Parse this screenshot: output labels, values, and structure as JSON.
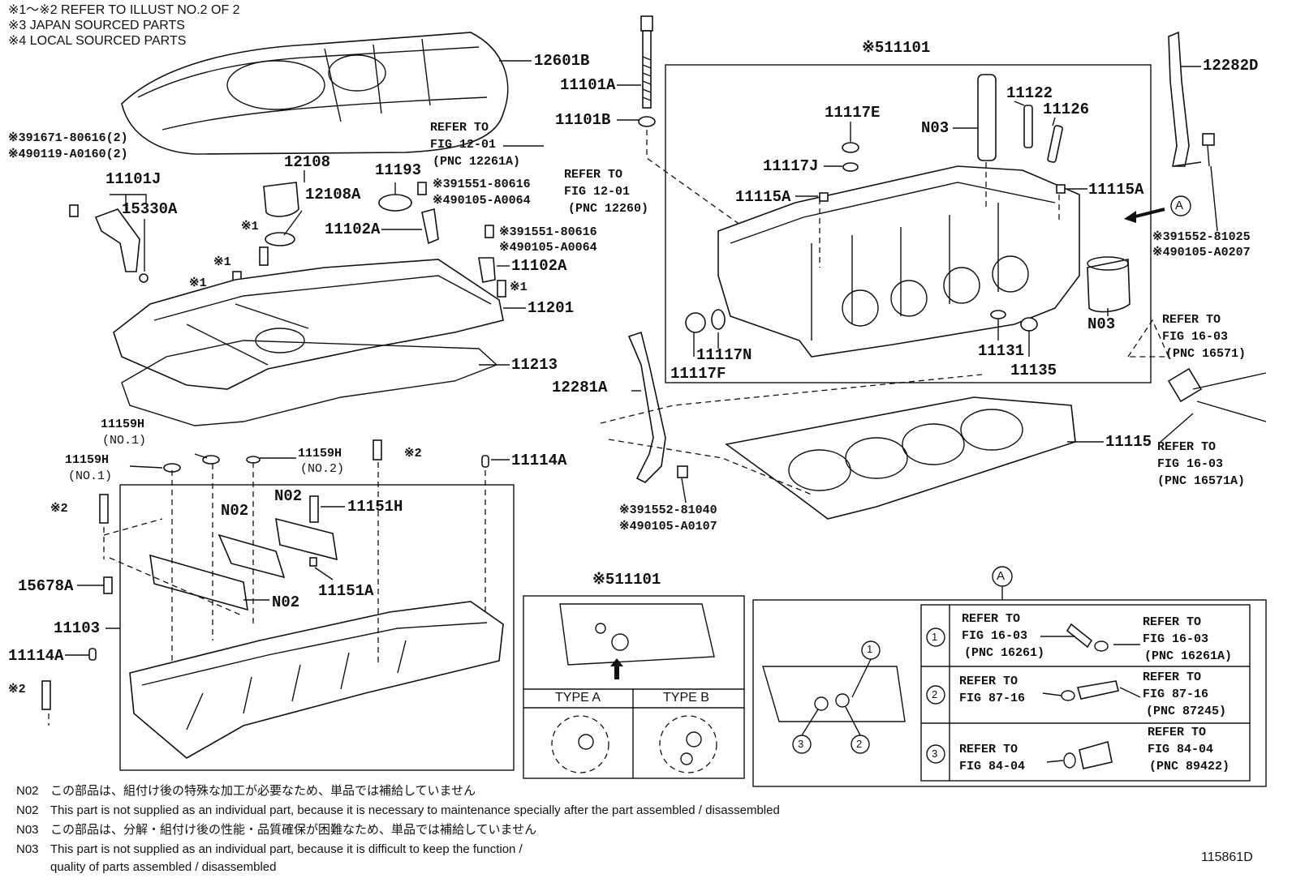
{
  "header": {
    "line1": "※1〜※2  REFER TO ILLUST NO.2 OF 2",
    "line2": "※3 JAPAN SOURCED PARTS",
    "line3": "※4 LOCAL SOURCED PARTS"
  },
  "parts": {
    "p12601B": "12601B",
    "p11101A": "11101A",
    "p11101B": "11101B",
    "p11101_main": "※511101",
    "p12282D": "12282D",
    "p11122": "11122",
    "p11126": "11126",
    "p11117E": "11117E",
    "pN03_top": "N03",
    "p11117J": "11117J",
    "p11115A_l": "11115A",
    "p11115A_r": "11115A",
    "p391552_81025": "※391552-81025",
    "p490105_A0207": "※490105-A0207",
    "p391671": "※391671-80616(2)",
    "p490119": "※490119-A0160(2)",
    "p11101J": "11101J",
    "p15330A": "15330A",
    "p12108": "12108",
    "p12108A": "12108A",
    "p11193": "11193",
    "p391551_a": "※391551-80616",
    "p490105_a": "※490105-A0064",
    "p11102A_1": "11102A",
    "p391551_b": "※391551-80616",
    "p490105_b": "※490105-A0064",
    "p11102A_2": "11102A",
    "p11201": "11201",
    "p11213": "11213",
    "pN03_r": "N03",
    "p11117N": "11117N",
    "p11117F": "11117F",
    "p11131": "11131",
    "p11135": "11135",
    "p12281A": "12281A",
    "p11115": "11115",
    "p391552_81040": "※391552-81040",
    "p490105_A0107": "※490105-A0107",
    "p11159H_1": "11159H",
    "p11159H_1sub": "(NO.1)",
    "p11159H_2": "11159H",
    "p11159H_2sub": "(NO.1)",
    "p11159H_3": "11159H",
    "p11159H_3sub": "(NO.2)",
    "pstar2_a": "※2",
    "p11114A_top": "11114A",
    "pstar2_b": "※2",
    "pN02_1": "N02",
    "pN02_2": "N02",
    "p11151H": "11151H",
    "p15678A": "15678A",
    "p11151A": "11151A",
    "pN02_3": "N02",
    "p11103": "11103",
    "p11114A_b": "11114A",
    "pstar2_c": "※2",
    "pstar1_a": "※1",
    "pstar1_b": "※1",
    "pstar1_c": "※1",
    "pstar1_d": "※1"
  },
  "refs": {
    "r1_a": "REFER TO",
    "r1_b": "FIG 12-01",
    "r1_c": "(PNC 12261A)",
    "r2_a": "REFER TO",
    "r2_b": "FIG 12-01",
    "r2_c": "(PNC 12260)",
    "r3_a": "REFER TO",
    "r3_b": "FIG 16-03",
    "r3_c": "(PNC 16571)",
    "r4_a": "REFER TO",
    "r4_b": "FIG 16-03",
    "r4_c": "(PNC 16571A)"
  },
  "detail_box": {
    "title": "※511101",
    "type_a": "TYPE A",
    "type_b": "TYPE B"
  },
  "callout_a": {
    "marker": "A",
    "n1": "1",
    "n2": "2",
    "n3": "3",
    "row1_l1": "REFER TO",
    "row1_l2": "FIG 16-03",
    "row1_l3": "(PNC 16261)",
    "row1_r1": "REFER TO",
    "row1_r2": "FIG 16-03",
    "row1_r3": "(PNC 16261A)",
    "row2_l1": "REFER TO",
    "row2_l2": "FIG 87-16",
    "row2_r1": "REFER TO",
    "row2_r2": "FIG 87-16",
    "row2_r3": "(PNC 87245)",
    "row3_l1": "REFER TO",
    "row3_l2": "FIG 84-04",
    "row3_r1": "REFER TO",
    "row3_r2": "FIG 84-04",
    "row3_r3": "(PNC 89422)"
  },
  "footnotes": [
    {
      "code": "N02",
      "text": "この部品は、組付け後の特殊な加工が必要なため、単品では補給していません"
    },
    {
      "code": "N02",
      "text": "This part is not supplied as an individual part, because it is necessary to maintenance specially after the part assembled / disassembled"
    },
    {
      "code": "N03",
      "text": "この部品は、分解・組付け後の性能・品質確保が困難なため、単品では補給していません"
    },
    {
      "code": "N03",
      "text": "This part is not supplied as an individual part, because it is difficult to keep the function /"
    },
    {
      "code": "",
      "text": "quality of parts  assembled / disassembled"
    }
  ],
  "figure_id": "115861D"
}
